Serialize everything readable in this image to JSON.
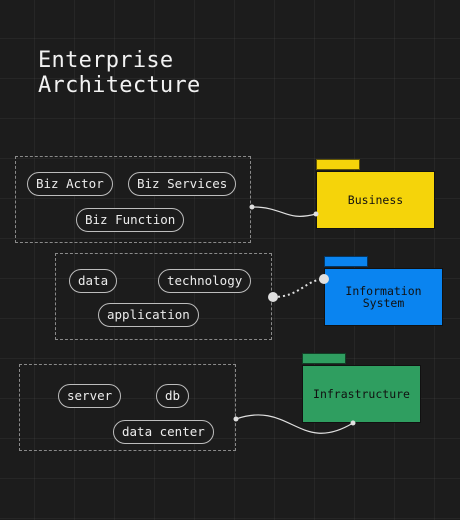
{
  "diagram": {
    "title": "Enterprise\nArchitecture",
    "layers": [
      {
        "name": "Business",
        "color": "#f5d40a",
        "items": [
          "Biz Actor",
          "Biz Services",
          "Biz Function"
        ]
      },
      {
        "name": "Information\nSystem",
        "color": "#0a84f0",
        "items": [
          "data",
          "technology",
          "application"
        ]
      },
      {
        "name": "Infrastructure",
        "color": "#2f9e60",
        "items": [
          "server",
          "db",
          "data center"
        ]
      }
    ]
  }
}
